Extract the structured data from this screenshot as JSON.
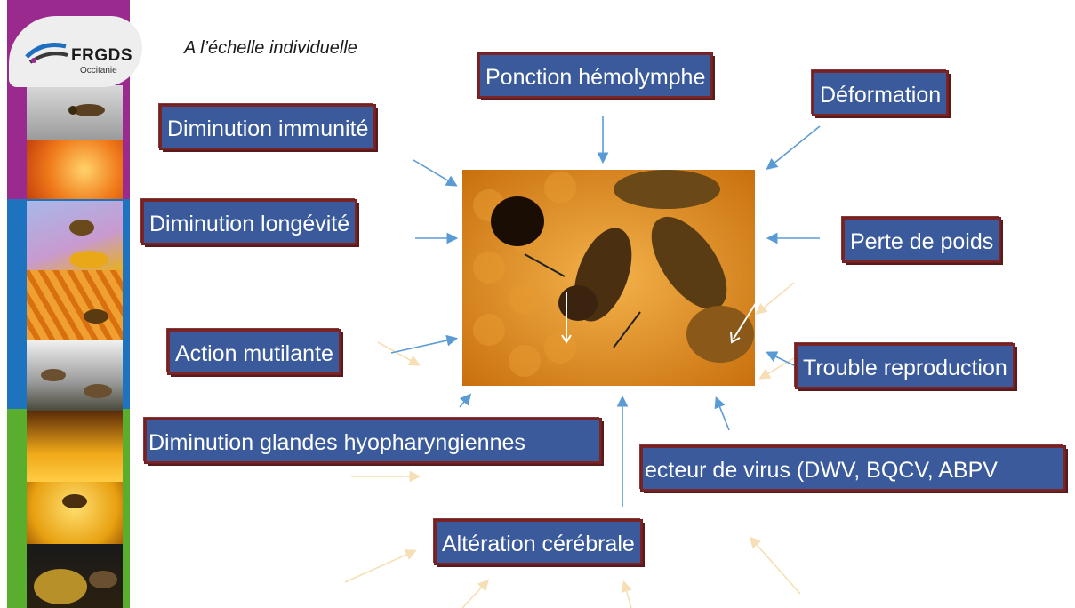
{
  "logo": {
    "name": "FRGDS",
    "region": "Occitanie"
  },
  "slide": {
    "subtitle": "A l’échelle individuelle"
  },
  "effects": {
    "ponction": "Ponction hémolymphe",
    "deformation": "Déformation",
    "immunite": "Diminution immunité",
    "longevite": "Diminution longévité",
    "poids": "Perte de poids",
    "mutilante": "Action mutilante",
    "reproduction": "Trouble reproduction",
    "glandes": "Diminution glandes hyopharyngiennes",
    "virus": "ecteur de virus (DWV, BQCV, ABPV",
    "cerebrale": "Altération cérébrale"
  },
  "colors": {
    "label_bg": "#3a5a9b",
    "label_border": "#7a2426",
    "arrow": "#5b9bd5",
    "faint_arrow": "#f6dfb4",
    "band_purple": "#9b2a8f",
    "band_blue": "#1e73be",
    "band_green": "#5aae2e"
  }
}
